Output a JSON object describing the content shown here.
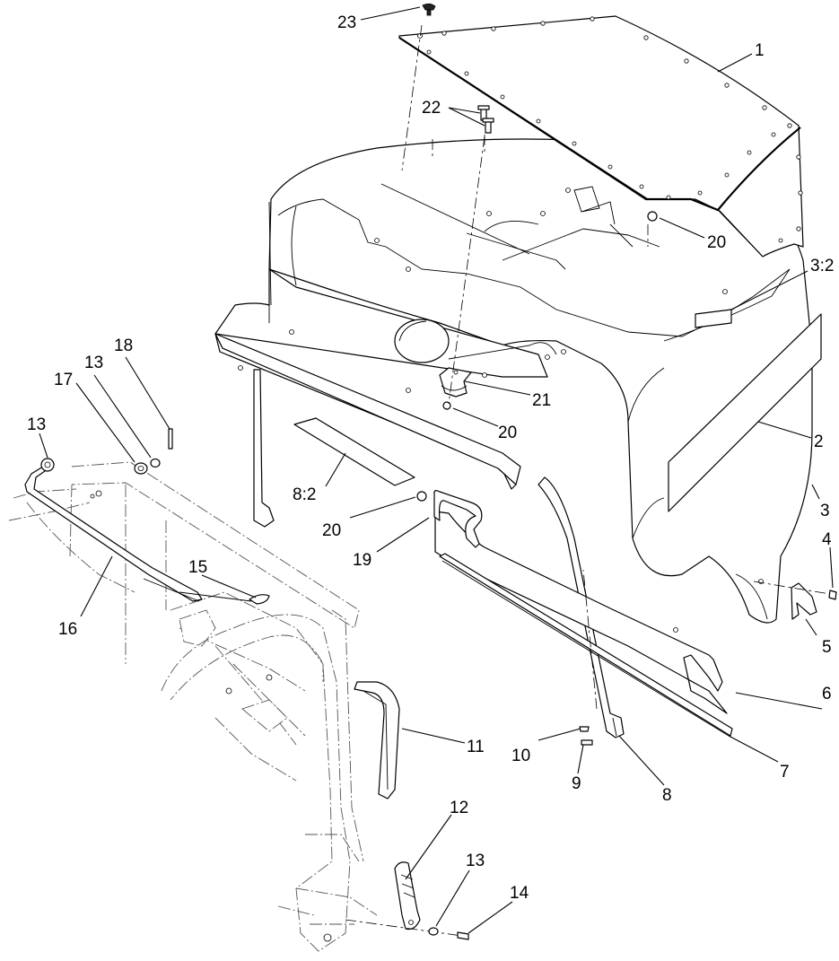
{
  "callouts": [
    {
      "id": "c1",
      "label": "1"
    },
    {
      "id": "c2",
      "label": "2"
    },
    {
      "id": "c3",
      "label": "3"
    },
    {
      "id": "c3b",
      "label": "3:2"
    },
    {
      "id": "c4",
      "label": "4"
    },
    {
      "id": "c5",
      "label": "5"
    },
    {
      "id": "c6",
      "label": "6"
    },
    {
      "id": "c7",
      "label": "7"
    },
    {
      "id": "c8",
      "label": "8"
    },
    {
      "id": "c8b",
      "label": "8:2"
    },
    {
      "id": "c9",
      "label": "9"
    },
    {
      "id": "c10",
      "label": "10"
    },
    {
      "id": "c11",
      "label": "11"
    },
    {
      "id": "c12",
      "label": "12"
    },
    {
      "id": "c13a",
      "label": "13"
    },
    {
      "id": "c13b",
      "label": "13"
    },
    {
      "id": "c13c",
      "label": "13"
    },
    {
      "id": "c14",
      "label": "14"
    },
    {
      "id": "c15",
      "label": "15"
    },
    {
      "id": "c16",
      "label": "16"
    },
    {
      "id": "c17",
      "label": "17"
    },
    {
      "id": "c18",
      "label": "18"
    },
    {
      "id": "c19",
      "label": "19"
    },
    {
      "id": "c20a",
      "label": "20"
    },
    {
      "id": "c20b",
      "label": "20"
    },
    {
      "id": "c20c",
      "label": "20"
    },
    {
      "id": "c21",
      "label": "21"
    },
    {
      "id": "c22",
      "label": "22"
    },
    {
      "id": "c23",
      "label": "23"
    }
  ]
}
